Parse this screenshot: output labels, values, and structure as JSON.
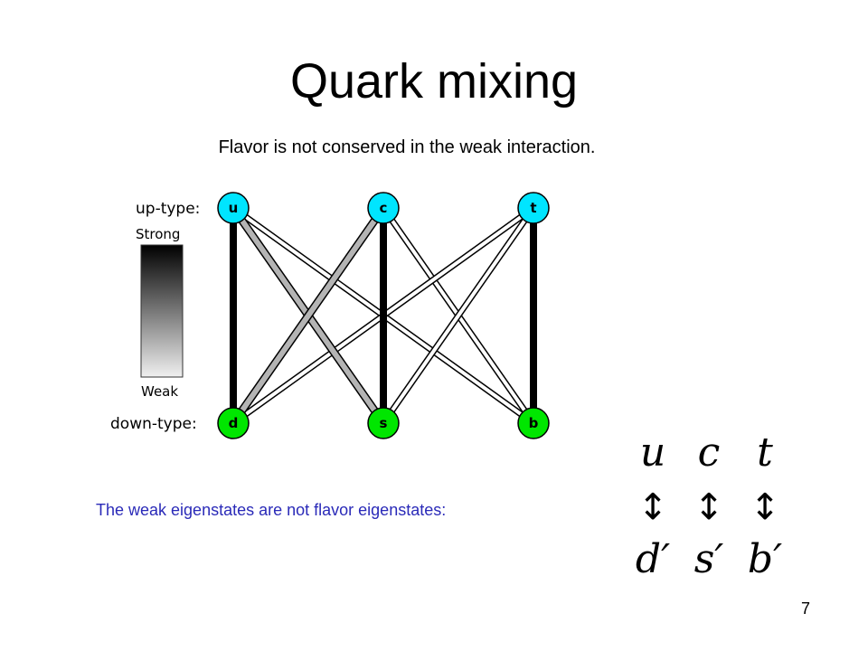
{
  "slide": {
    "title": "Quark mixing",
    "subtitle": "Flavor is not conserved in the weak interaction.",
    "note": "The weak eigenstates are not flavor eigenstates:",
    "page_number": "7"
  },
  "diagram": {
    "up_row_label": "up-type:",
    "down_row_label": "down-type:",
    "scale": {
      "top_label": "Strong",
      "bottom_label": "Weak"
    },
    "colors": {
      "up": "#00e5ff",
      "down": "#00e600"
    },
    "up_quarks": [
      "u",
      "c",
      "t"
    ],
    "down_quarks": [
      "d",
      "s",
      "b"
    ]
  },
  "eigenstates": {
    "top": [
      "u",
      "c",
      "t"
    ],
    "arrow": "↕",
    "bottom": [
      "d′",
      "s′",
      "b′"
    ]
  }
}
